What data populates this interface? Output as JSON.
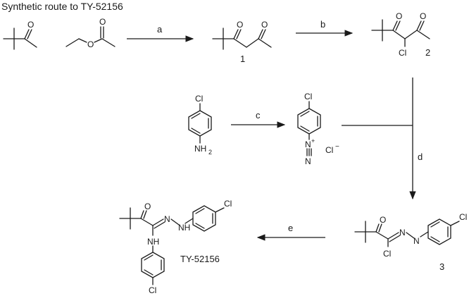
{
  "title": "Synthetic route to TY-52156",
  "steps": {
    "a": "a",
    "b": "b",
    "c": "c",
    "d": "d",
    "e": "e"
  },
  "compounds": {
    "c1": "1",
    "c2": "2",
    "c3": "3",
    "final": "TY-52156"
  },
  "atoms": {
    "O": "O",
    "Cl": "Cl",
    "N": "N",
    "NH": "NH",
    "NH2": "NH",
    "sub2": "2",
    "charge_plus": "+",
    "chloride": "Cl",
    "charge_minus": "−"
  }
}
